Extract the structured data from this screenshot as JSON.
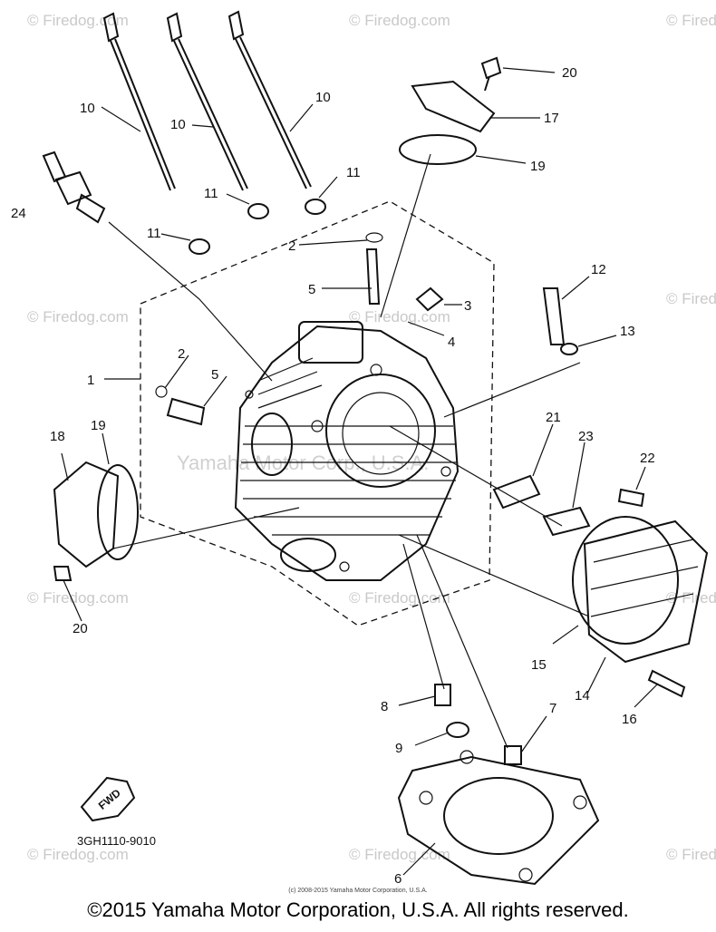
{
  "watermark": {
    "text": "© Firedog.com",
    "center_text": "Yamaha Motor Corp., U.S.A."
  },
  "diagram": {
    "part_code": "3GH1110-9010",
    "fwd_label": "FWD",
    "labels": {
      "l1": "1",
      "l2a": "2",
      "l2b": "2",
      "l3": "3",
      "l4": "4",
      "l5a": "5",
      "l5b": "5",
      "l6": "6",
      "l7": "7",
      "l8": "8",
      "l9": "9",
      "l10a": "10",
      "l10b": "10",
      "l10c": "10",
      "l11a": "11",
      "l11b": "11",
      "l11c": "11",
      "l12": "12",
      "l13": "13",
      "l14": "14",
      "l15": "15",
      "l16": "16",
      "l17": "17",
      "l18": "18",
      "l19a": "19",
      "l19b": "19",
      "l20a": "20",
      "l20b": "20",
      "l21": "21",
      "l22": "22",
      "l23": "23",
      "l24": "24"
    }
  },
  "footer": {
    "small_copyright": "(c) 2008-2015 Yamaha Motor Corporation, U.S.A.",
    "copyright": "©2015 Yamaha Motor Corporation, U.S.A. All rights reserved."
  }
}
